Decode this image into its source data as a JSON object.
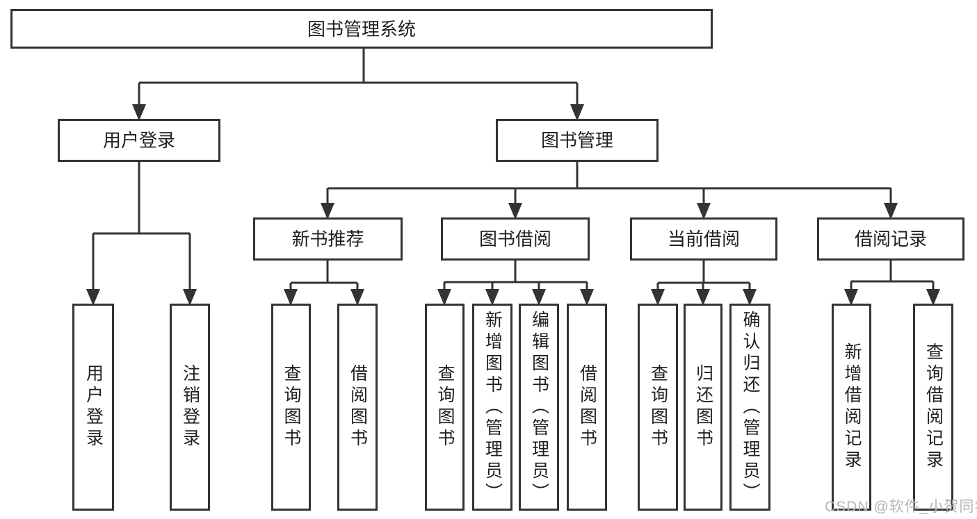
{
  "diagram": {
    "title": "图书管理系统",
    "type": "hierarchy-tree",
    "colors": {
      "line": "#333333",
      "box_border": "#333333",
      "box_fill": "#ffffff",
      "text": "#1f1f1f",
      "watermark": "#b5b5b5",
      "background": "#ffffff"
    },
    "watermark": "CSDN @软件_小贺同学",
    "nodes": {
      "root": {
        "label": "图书管理系统"
      },
      "user_login": {
        "label": "用户登录"
      },
      "book_mgmt": {
        "label": "图书管理"
      },
      "new_book_rec": {
        "label": "新书推荐"
      },
      "book_borrow": {
        "label": "图书借阅"
      },
      "current_borrow": {
        "label": "当前借阅"
      },
      "borrow_records": {
        "label": "借阅记录"
      },
      "ul_login": {
        "label": "用户登录"
      },
      "ul_logout": {
        "label": "注销登录"
      },
      "nb_query_books": {
        "label": "查询图书"
      },
      "nb_borrow_books": {
        "label": "借阅图书"
      },
      "bb_query_books": {
        "label": "查询图书"
      },
      "bb_add_books": {
        "label": "新增图书（管理员）"
      },
      "bb_edit_books": {
        "label": "编辑图书（管理员）"
      },
      "bb_borrow_books": {
        "label": "借阅图书"
      },
      "cb_query_books": {
        "label": "查询图书"
      },
      "cb_return_books": {
        "label": "归还图书"
      },
      "cb_confirm_return": {
        "label": "确认归还（管理员）"
      },
      "br_add_record": {
        "label": "新增借阅记录"
      },
      "br_query_record": {
        "label": "查询借阅记录"
      }
    },
    "structure": {
      "图书管理系统": [
        "用户登录",
        "图书管理"
      ],
      "用户登录": [
        "用户登录",
        "注销登录"
      ],
      "图书管理": [
        "新书推荐",
        "图书借阅",
        "当前借阅",
        "借阅记录"
      ],
      "新书推荐": [
        "查询图书",
        "借阅图书"
      ],
      "图书借阅": [
        "查询图书",
        "新增图书（管理员）",
        "编辑图书（管理员）",
        "借阅图书"
      ],
      "当前借阅": [
        "查询图书",
        "归还图书",
        "确认归还（管理员）"
      ],
      "借阅记录": [
        "新增借阅记录",
        "查询借阅记录"
      ]
    }
  }
}
